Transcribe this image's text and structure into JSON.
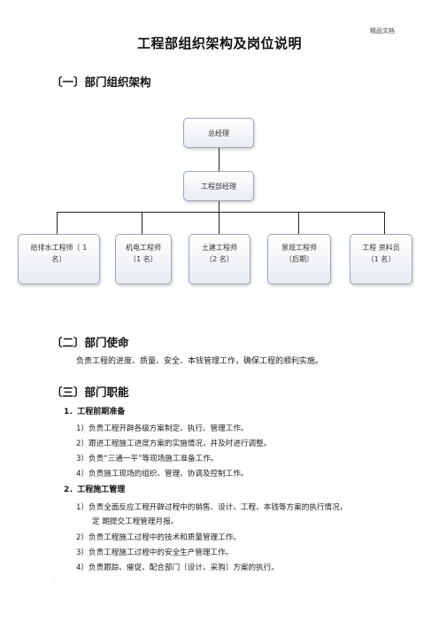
{
  "watermark": "精品文档",
  "title": "工程部组织架构及岗位说明",
  "section1": {
    "heading": "〔一〕部门组织架构"
  },
  "org": {
    "root": "总经理",
    "manager": "工程部经理",
    "children": [
      {
        "line1": "给排水工程师〔 1",
        "line2": "名〕"
      },
      {
        "line1": "机电工程师",
        "line2": "〔1 名〕"
      },
      {
        "line1": "土建工程师",
        "line2": "〔2 名〕"
      },
      {
        "line1": "景观工程师",
        "line2": "〔后期〕"
      },
      {
        "line1": "工程 资料员",
        "line2": "〔1 名〕"
      }
    ]
  },
  "section2": {
    "heading": "〔二〕部门使命",
    "text": "负责工程的进度、质量、安全、本钱管理工作，确保工程的顺利实施。"
  },
  "section3": {
    "heading": "〔三〕部门职能",
    "groups": [
      {
        "title": "1．工程前期准备",
        "items": [
          "1）负责工程开辟各级方案制定、执行、管理工作。",
          "2）跟进工程施工进度方案的实施情况，并及时进行调整。",
          "3）负责“三通一平”等现场施工准备工作。",
          "4）负责施工现场的组织、管理、协调及控制工作。"
        ]
      },
      {
        "title": "2．工程施工管理",
        "items": [
          "1）负责全面反应工程开辟过程中的销售、设计、工程、本钱等方案的执行情况，",
          "定 期提交工程管理月报。",
          "2）负责工程施工过程中的技术和质量管理工作。",
          "3）负责工程施工过程中的安全生产管理工作。",
          "4）负责跟踪、催促、配合部门〔设计、采购〕方案的执行。"
        ]
      }
    ]
  },
  "footer_mark": "."
}
